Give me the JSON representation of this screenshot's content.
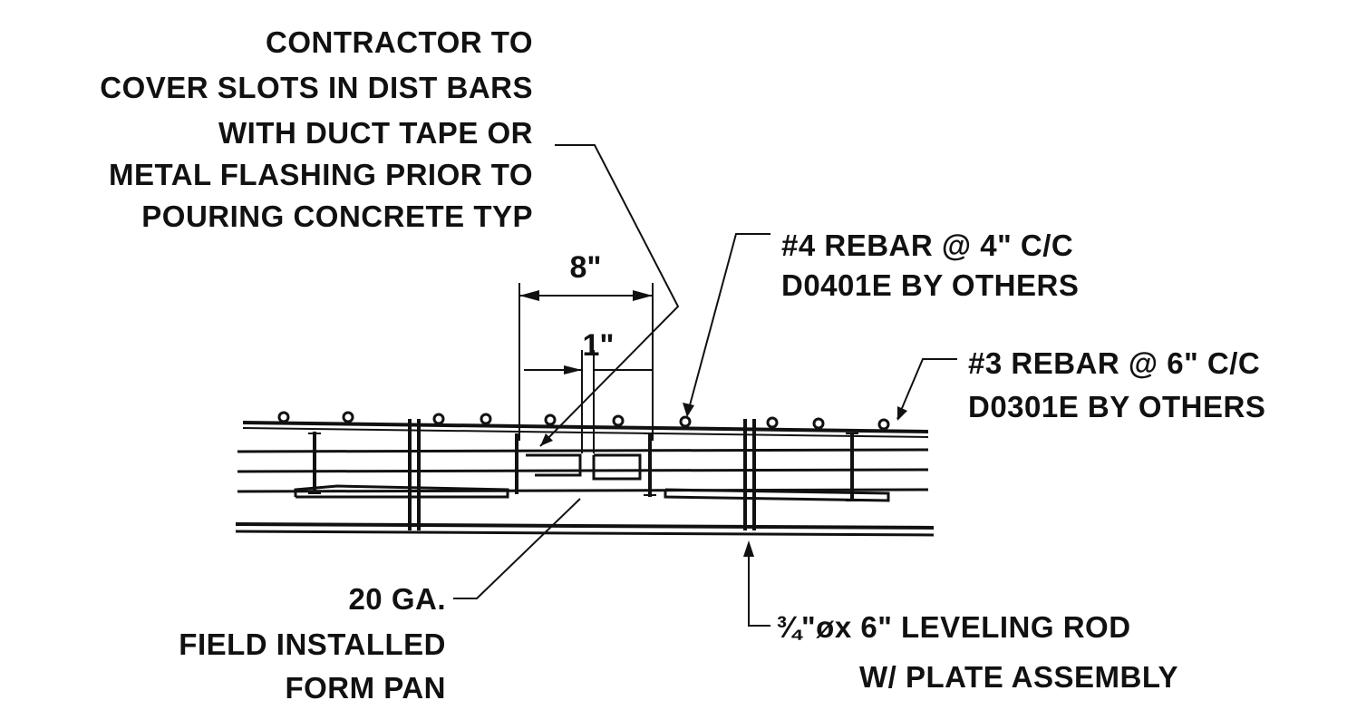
{
  "notes": {
    "contractor": [
      "CONTRACTOR TO",
      "COVER SLOTS IN DIST BARS",
      "WITH DUCT TAPE OR",
      "METAL FLASHING PRIOR TO",
      "POURING CONCRETE TYP"
    ],
    "rebar4": [
      "#4 REBAR @ 4\" C/C",
      "D0401E BY OTHERS"
    ],
    "rebar3": [
      "#3 REBAR @ 6\" C/C",
      "D0301E BY OTHERS"
    ],
    "form_pan": [
      "20 GA.",
      "FIELD INSTALLED",
      "FORM PAN"
    ],
    "leveling_rod": [
      "¾\"øx 6\" LEVELING ROD",
      "W/ PLATE ASSEMBLY"
    ]
  },
  "dimensions": {
    "width": "8\"",
    "slot": "1\""
  }
}
